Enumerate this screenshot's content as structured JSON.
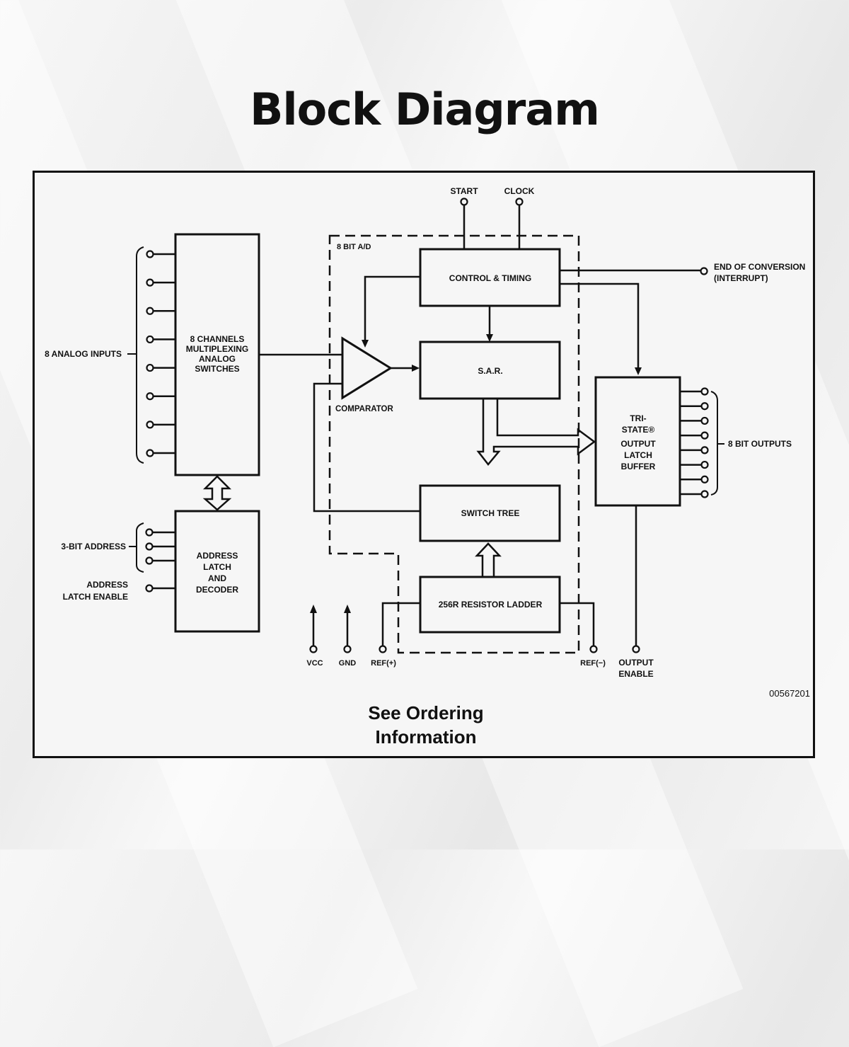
{
  "title": "Block Diagram",
  "diagram": {
    "inner_group_label": "8 BIT A/D",
    "blocks": {
      "mux": [
        "8 CHANNELS",
        "MULTIPLEXING",
        "ANALOG",
        "SWITCHES"
      ],
      "addr_latch": [
        "ADDRESS",
        "LATCH",
        "AND",
        "DECODER"
      ],
      "control": "CONTROL & TIMING",
      "sar": "S.A.R.",
      "switch_tree": "SWITCH TREE",
      "ladder": "256R RESISTOR LADDER",
      "output_buffer": [
        "TRI-",
        "STATE®",
        "OUTPUT",
        "LATCH",
        "BUFFER"
      ],
      "comparator": "COMPARATOR"
    },
    "pins": {
      "analog_inputs": "8 ANALOG INPUTS",
      "analog_input_count": 8,
      "address": "3-BIT ADDRESS",
      "address_count": 3,
      "ale": [
        "ADDRESS",
        "LATCH ENABLE"
      ],
      "start": "START",
      "clock": "CLOCK",
      "eoc": [
        "END OF CONVERSION",
        "(INTERRUPT)"
      ],
      "outputs": "8 BIT OUTPUTS",
      "output_count": 8,
      "vcc": "VCC",
      "gnd": "GND",
      "ref_plus": "REF(+)",
      "ref_minus": "REF(−)",
      "output_enable": [
        "OUTPUT",
        "ENABLE"
      ]
    },
    "figure_number": "00567201",
    "note": [
      "See Ordering",
      "Information"
    ]
  }
}
